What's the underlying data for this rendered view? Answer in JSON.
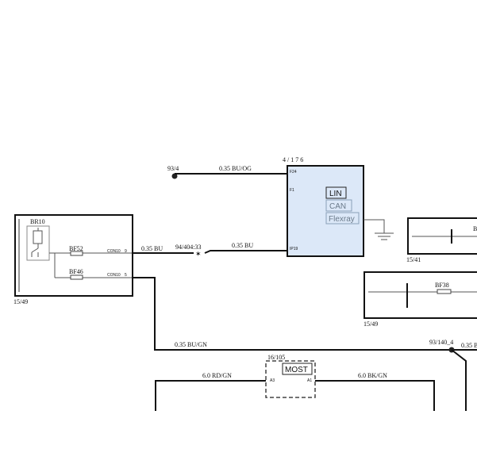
{
  "diagram": {
    "relay_box": {
      "ref": "15/49",
      "component": "BR10"
    },
    "fuses": {
      "top": "BF52",
      "bottom": "BF46"
    },
    "connectors": {
      "top": "CON10",
      "top_pin": "9",
      "bottom": "CON10",
      "bottom_pin": "5"
    },
    "wires": {
      "w1": "0.35 BU",
      "w2": "0.35 BU",
      "w3": "0.35 BU/OG",
      "w4": "0.35 BU/GN",
      "w5": "0.35 B",
      "w6": "6.0 RD/GN",
      "w7": "6.0 BK/GN"
    },
    "splices": {
      "s1": "94/404:33",
      "s2": "93/4",
      "s3": "93/140_4"
    },
    "module": {
      "ref": "4 / 1 7 6",
      "pin_top": "F24",
      "pin_mid": "F1",
      "pin_bottom": "IP19",
      "bus_lin": "LIN",
      "bus_can": "CAN",
      "bus_flexray": "Flexray"
    },
    "right_boxes": {
      "upper_ref": "15/41",
      "upper_label": "B",
      "lower_ref": "15/49",
      "lower_fuse": "BF38"
    },
    "most_unit": {
      "ref": "16/105",
      "label": "MOST",
      "pin_left": "A3",
      "pin_right": "A1"
    }
  }
}
